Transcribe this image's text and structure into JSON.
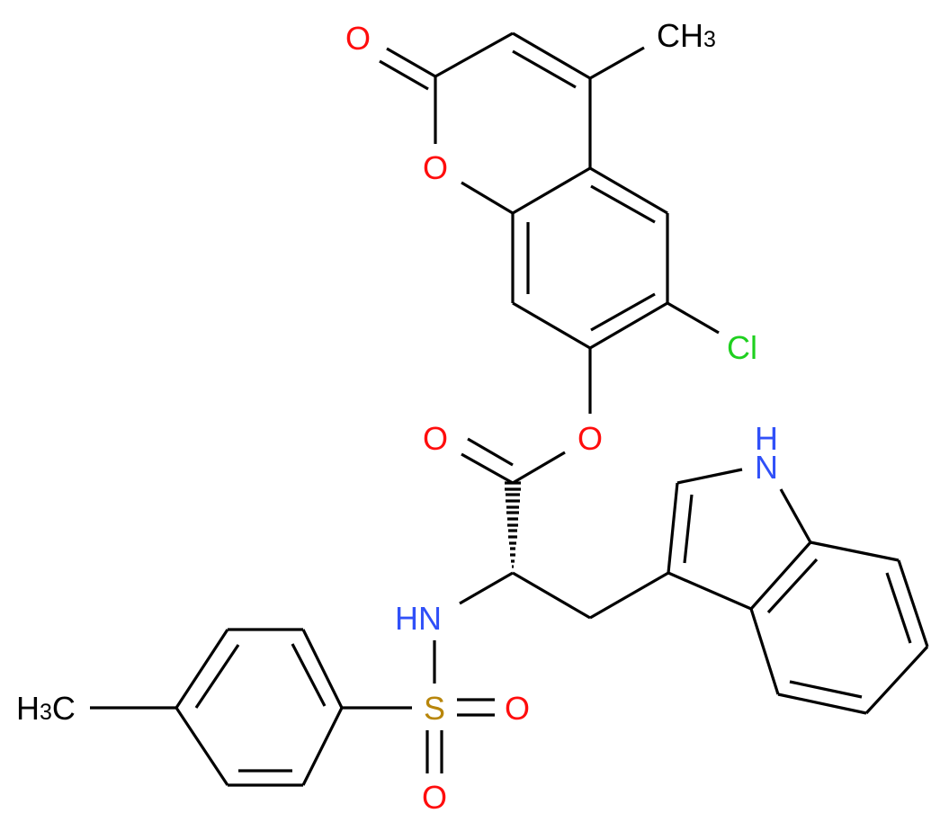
{
  "molecule": {
    "description": "6-chloro-4-methyl-2-oxo-2H-chromen-7-yl N-tosyl-tryptophanate",
    "colors": {
      "carbon": "#000000",
      "oxygen": "#ff0d0d",
      "nitrogen": "#3050f8",
      "chlorine": "#1fd01f",
      "sulfur": "#b8860b"
    },
    "labels": {
      "carbonyl_o_coumarin": "O",
      "ring_o_coumarin": "O",
      "methyl_coumarin_c": "CH",
      "methyl_coumarin_sub": "3",
      "chlorine": "Cl",
      "ester_o": "O",
      "ester_carbonyl_o": "O",
      "indole_h": "H",
      "indole_n": "N",
      "amide_hn": "HN",
      "sulfur": "S",
      "sulfonyl_o_right": "O",
      "sulfonyl_o_bottom": "O",
      "tolyl_methyl_h": "H",
      "tolyl_methyl_sub": "3",
      "tolyl_methyl_c": "C"
    },
    "fragments": [
      "coumarin",
      "ester",
      "tryptophan-indole",
      "tosyl-sulfonamide"
    ],
    "stereocenter": "hashed-wedge"
  }
}
